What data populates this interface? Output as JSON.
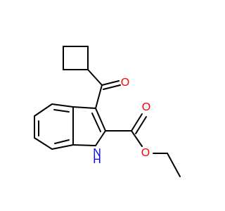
{
  "atoms": {
    "ketone_oxygen": "O",
    "ester_carbonyl_oxygen": "O",
    "ester_ether_oxygen": "O",
    "nitrogen": "N",
    "nitrogen_hydrogen": "H"
  },
  "colors": {
    "bond": "#000000",
    "oxygen": "#ff0000",
    "nitrogen": "#0000ff"
  }
}
